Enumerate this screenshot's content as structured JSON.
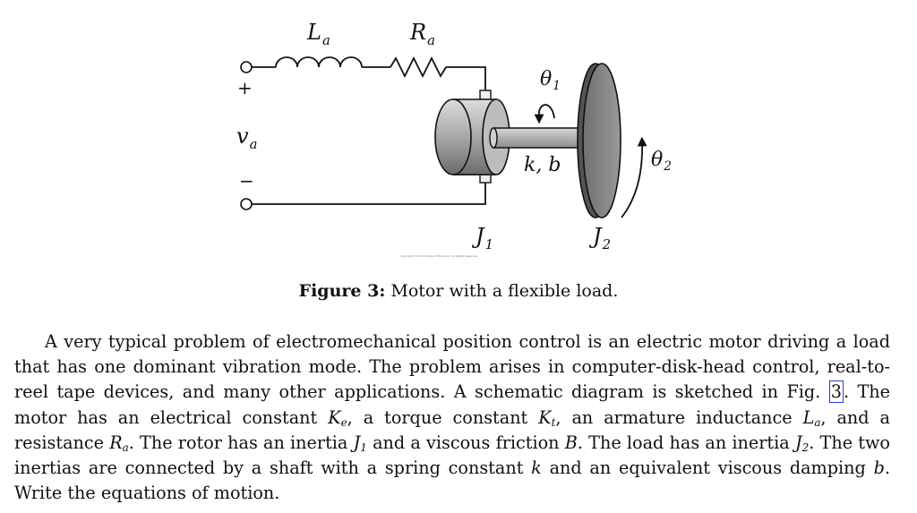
{
  "figure": {
    "labels": {
      "inductor": {
        "sym": "L",
        "sub": "a"
      },
      "resistor": {
        "sym": "R",
        "sub": "a"
      },
      "voltage": {
        "sym": "v",
        "sub": "a"
      },
      "plus": "+",
      "minus": "−",
      "theta1": {
        "sym": "θ",
        "sub": "1"
      },
      "theta2": {
        "sym": "θ",
        "sub": "2"
      },
      "shaft": "k, b",
      "inertia1": {
        "sym": "J",
        "sub": "1"
      },
      "inertia2": {
        "sym": "J",
        "sub": "2"
      }
    },
    "copyright": "Copyright ©2015 Pearson Education, All Rights Reserved"
  },
  "caption": {
    "label": "Figure 3:",
    "text": " Motor with a flexible load."
  },
  "paragraph": {
    "parts": [
      {
        "t": "A very typical problem of electromechanical position control is an electric motor driving a load that has one dominant vibration mode. The problem arises in computer-disk-head control, real-to-reel tape devices, and many other applications. A schematic diagram is sketched in Fig. "
      },
      {
        "ref": "3"
      },
      {
        "t": ". The motor has an electrical constant "
      },
      {
        "i": "K",
        "sub": "e"
      },
      {
        "t": ", a torque constant "
      },
      {
        "i": "K",
        "sub": "t"
      },
      {
        "t": ", an armature inductance "
      },
      {
        "i": "L",
        "sub": "a"
      },
      {
        "t": ", and a resistance "
      },
      {
        "i": "R",
        "sub": "a"
      },
      {
        "t": ". The rotor has an inertia "
      },
      {
        "i": "J",
        "sub": "1"
      },
      {
        "t": " and a viscous friction "
      },
      {
        "i": "B"
      },
      {
        "t": ". The load has an inertia "
      },
      {
        "i": "J",
        "sub": "2"
      },
      {
        "t": ". The two inertias are connected by a shaft with a spring constant "
      },
      {
        "i": "k"
      },
      {
        "t": " and an equivalent viscous damping "
      },
      {
        "i": "b"
      },
      {
        "t": ". Write the equations of motion."
      }
    ]
  }
}
